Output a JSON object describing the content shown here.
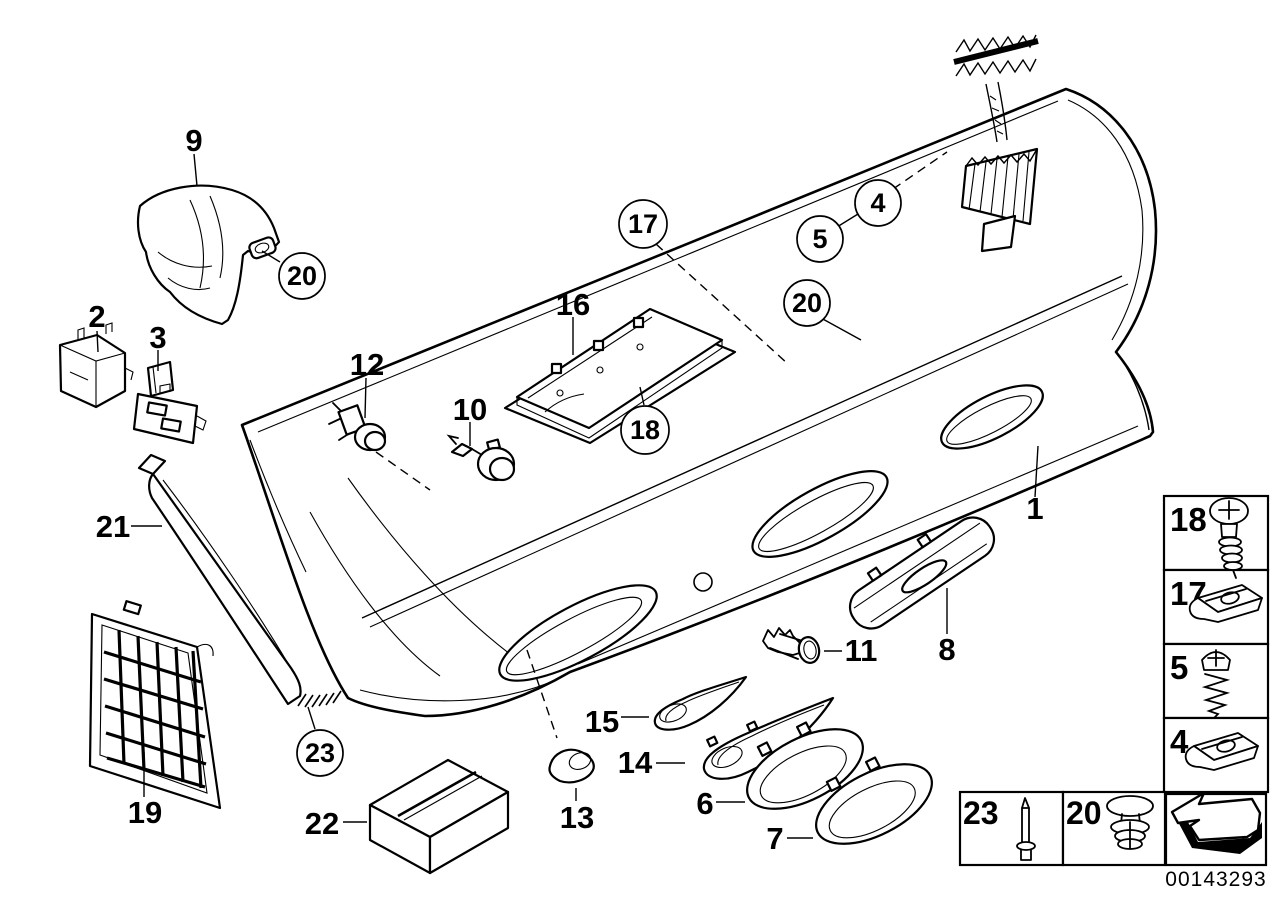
{
  "figure": {
    "type": "exploded-parts-diagram",
    "subject": "rear bumper trim panel with mounting hardware",
    "diagram_number": "00143293"
  },
  "callouts": {
    "plain": {
      "n1": "1",
      "n2": "2",
      "n3": "3",
      "n6": "6",
      "n7": "7",
      "n8": "8",
      "n9": "9",
      "n10": "10",
      "n11": "11",
      "n12": "12",
      "n13": "13",
      "n14": "14",
      "n15": "15",
      "n16": "16",
      "n19": "19",
      "n21": "21",
      "n22": "22"
    },
    "circled": {
      "n4": "4",
      "n5": "5",
      "n17": "17",
      "n18": "18",
      "n20": "20",
      "n23": "23"
    }
  },
  "legend": {
    "right_column": [
      {
        "number": "18",
        "icon": "pan-head-screw"
      },
      {
        "number": "17",
        "icon": "sheet-metal-clip-nut"
      },
      {
        "number": "5",
        "icon": "tapping-screw"
      },
      {
        "number": "4",
        "icon": "sheet-metal-clip-nut"
      }
    ],
    "bottom_row": [
      {
        "number": "23",
        "icon": "blind-rivet-pin"
      },
      {
        "number": "20",
        "icon": "expanding-rivet"
      }
    ],
    "direction_arrow_icon": "forward-direction-arrow"
  },
  "colors": {
    "line": "#000000",
    "background": "#ffffff"
  }
}
